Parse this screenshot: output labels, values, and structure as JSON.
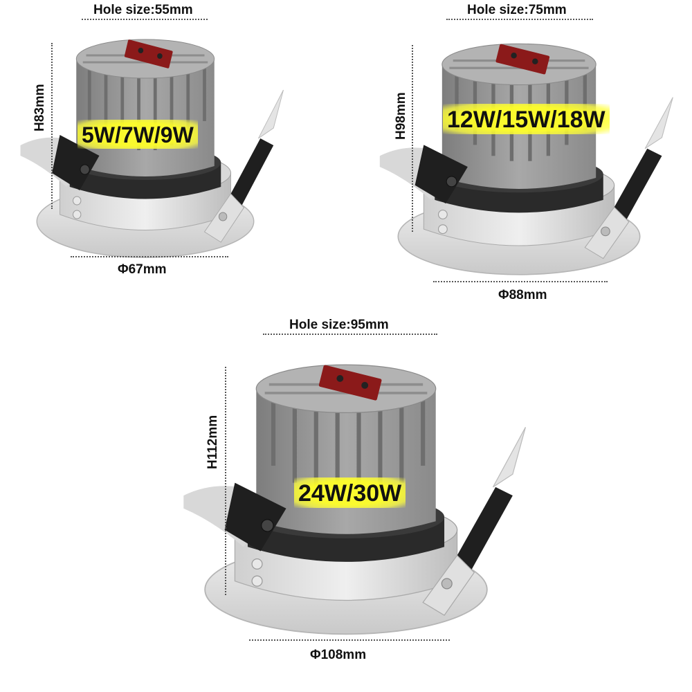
{
  "products": [
    {
      "hole_size": "Hole size:55mm",
      "height": "H83mm",
      "diameter": "Φ67mm",
      "wattage": "5W/7W/9W"
    },
    {
      "hole_size": "Hole size:75mm",
      "height": "H98mm",
      "diameter": "Φ88mm",
      "wattage": "12W/15W/18W"
    },
    {
      "hole_size": "Hole size:95mm",
      "height": "H112mm",
      "diameter": "Φ108mm",
      "wattage": "24W/30W"
    }
  ],
  "colors": {
    "housing": "#9a9a9a",
    "fins": "#8c8c8c",
    "trim": "#d8d8d8",
    "spring": "#1f1f1f",
    "label_red": "#8b1a1a",
    "highlight": "#ffff28"
  }
}
